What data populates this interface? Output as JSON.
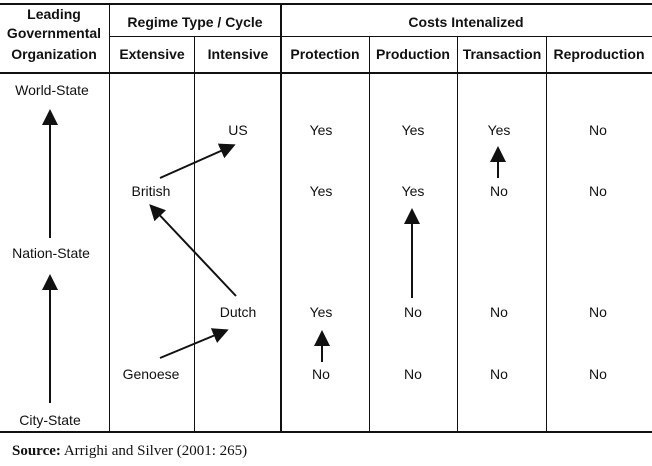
{
  "headers": {
    "org_line1": "Leading",
    "org_line2": "Governmental",
    "org_line3": "Organization",
    "regime_group": "Regime Type / Cycle",
    "extensive": "Extensive",
    "intensive": "Intensive",
    "costs_group": "Costs Intenalized",
    "protection": "Protection",
    "production": "Production",
    "transaction": "Transaction",
    "reproduction": "Reproduction"
  },
  "organizations": {
    "world": "World-State",
    "nation": "Nation-State",
    "city": "City-State"
  },
  "regimes": {
    "us": "US",
    "british": "British",
    "dutch": "Dutch",
    "genoese": "Genoese"
  },
  "rows": {
    "us": {
      "protection": "Yes",
      "production": "Yes",
      "transaction": "Yes",
      "reproduction": "No"
    },
    "british": {
      "protection": "Yes",
      "production": "Yes",
      "transaction": "No",
      "reproduction": "No"
    },
    "dutch": {
      "protection": "Yes",
      "production": "No",
      "transaction": "No",
      "reproduction": "No"
    },
    "genoese": {
      "protection": "No",
      "production": "No",
      "transaction": "No",
      "reproduction": "No"
    }
  },
  "source": {
    "label": "Source:",
    "text": "Arrighi and Silver (2001: 265)"
  }
}
